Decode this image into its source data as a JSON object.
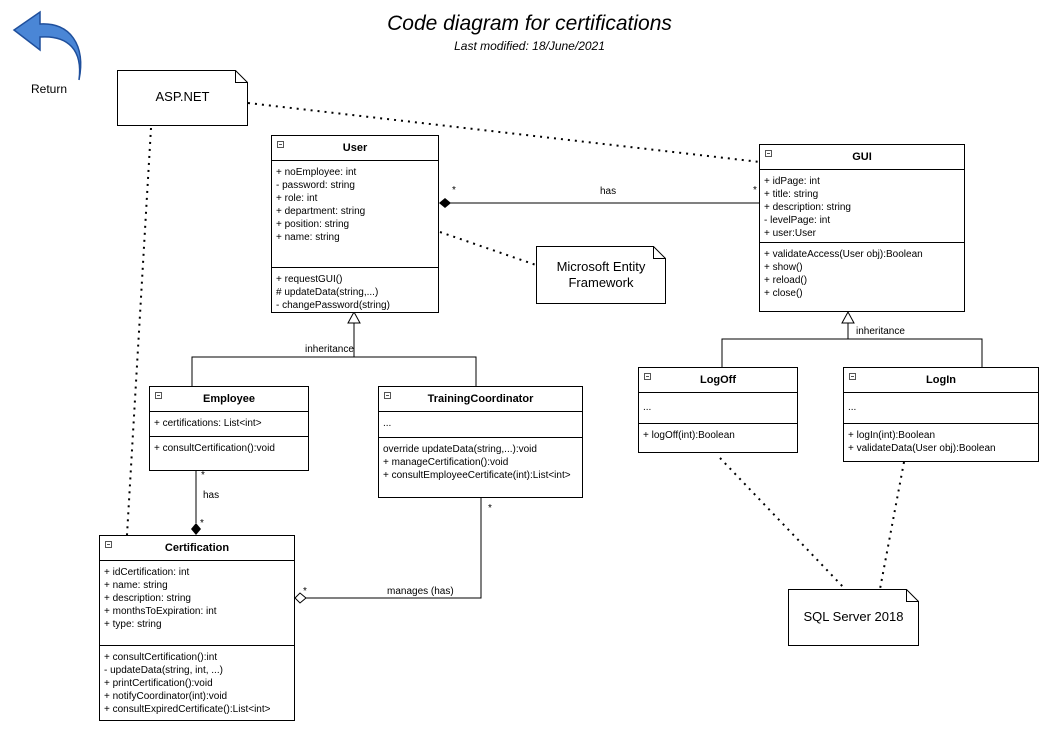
{
  "title": "Code diagram for certifications",
  "subtitle": "Last modified: 18/June/2021",
  "return_label": "Return",
  "notes": {
    "aspnet": "ASP.NET",
    "entity": [
      "Microsoft Entity",
      "Framework"
    ],
    "sql": "SQL Server 2018"
  },
  "classes": {
    "user": {
      "name": "User",
      "attributes": [
        "+ noEmployee: int",
        "- password: string",
        "+ role: int",
        "+ department: string",
        "+ position: string",
        "+ name: string"
      ],
      "methods": [
        "+ requestGUI()",
        "# updateData(string,...)",
        "- changePassword(string)"
      ]
    },
    "gui": {
      "name": "GUI",
      "attributes": [
        "+ idPage: int",
        "+ title: string",
        "+ description: string",
        "- levelPage: int",
        "+ user:User"
      ],
      "methods": [
        "+ validateAccess(User obj):Boolean",
        "+ show()",
        "+ reload()",
        "+ close()"
      ]
    },
    "employee": {
      "name": "Employee",
      "attributes": [
        "+ certifications: List<int>"
      ],
      "methods": [
        "+ consultCertification():void"
      ]
    },
    "training": {
      "name": "TrainingCoordinator",
      "attributes": [
        "..."
      ],
      "methods": [
        "override updateData(string,...):void",
        "+ manageCertification():void",
        "+ consultEmployeeCertificate(int):List<int>"
      ]
    },
    "logoff": {
      "name": "LogOff",
      "attributes": [
        "..."
      ],
      "methods": [
        "+ logOff(int):Boolean"
      ]
    },
    "login": {
      "name": "LogIn",
      "attributes": [
        "..."
      ],
      "methods": [
        "+ logIn(int):Boolean",
        "+ validateData(User obj):Boolean"
      ]
    },
    "certification": {
      "name": "Certification",
      "attributes": [
        "+ idCertification: int",
        "+ name: string",
        "+ description: string",
        "+ monthsToExpiration: int",
        "+ type: string"
      ],
      "methods": [
        "+ consultCertification():int",
        "- updateData(string, int, ...)",
        "+ printCertification():void",
        "+ notifyCoordinator(int):void",
        "+ consultExpiredCertificate():List<int>"
      ]
    }
  },
  "labels": {
    "has_user_gui": "has",
    "has_emp_cert": "has",
    "inheritance_left": "inheritance",
    "inheritance_right": "inheritance",
    "manages": "manages (has)",
    "mult_star": "*"
  }
}
